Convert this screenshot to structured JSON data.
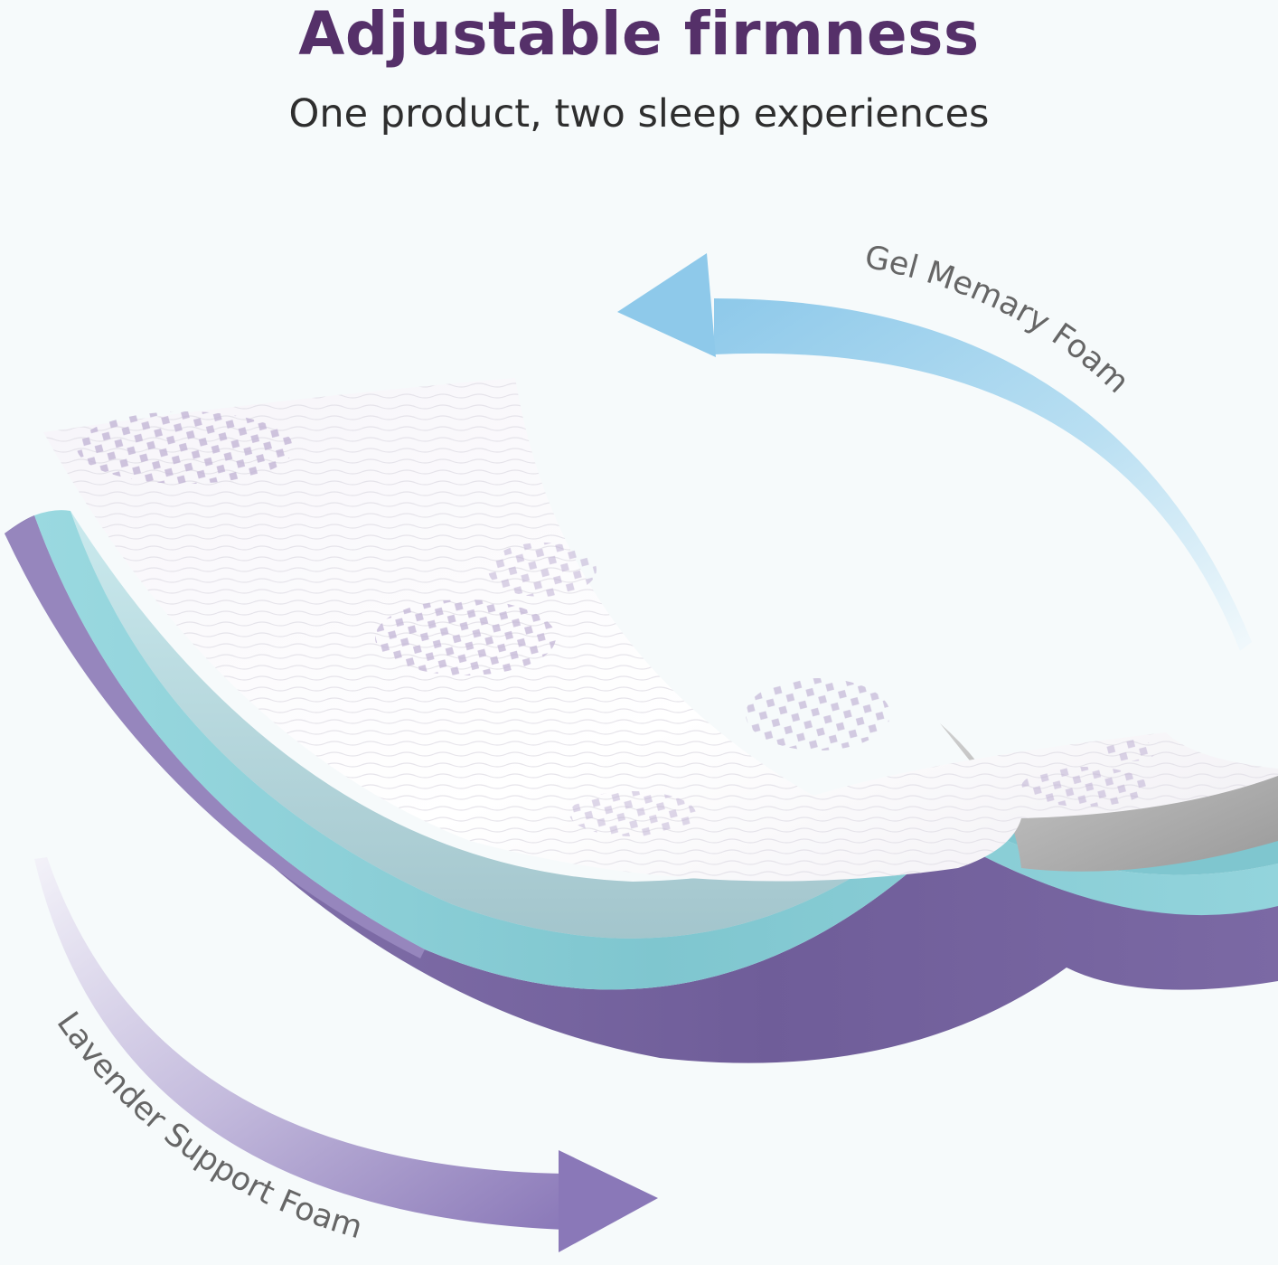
{
  "header": {
    "title": "Adjustable firmness",
    "subtitle": "One product, two sleep experiences"
  },
  "labels": {
    "top_layer": "Gel Memary Foam",
    "bottom_layer": "Lavender Support Foam"
  },
  "colors": {
    "title": "#553069",
    "subtitle": "#2e2e2e",
    "background": "#f6fafb",
    "gel_arrow": "#8ec9ea",
    "lavender_arrow": "#8e7dbb",
    "gel_foam": "#8ed3dc",
    "lavender_foam": "#7a68a3",
    "label_text": "#666666"
  },
  "icons": {
    "top_arrow": "curved-arrow-left-icon",
    "bottom_arrow": "curved-arrow-right-icon"
  }
}
